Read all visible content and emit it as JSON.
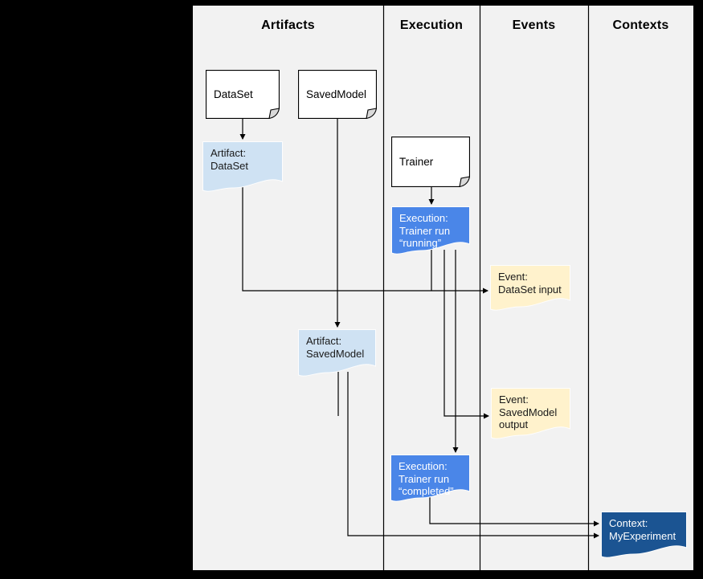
{
  "columns": [
    {
      "id": "artifacts",
      "label": "Artifacts"
    },
    {
      "id": "execution",
      "label": "Execution"
    },
    {
      "id": "events",
      "label": "Events"
    },
    {
      "id": "contexts",
      "label": "Contexts"
    }
  ],
  "nodes": {
    "dataset": {
      "type": "document",
      "column": "Artifacts",
      "label": "DataSet"
    },
    "savedmodel": {
      "type": "document",
      "column": "Artifacts",
      "label": "SavedModel"
    },
    "trainer": {
      "type": "document",
      "column": "Execution",
      "label": "Trainer"
    },
    "artifact_dataset": {
      "type": "note",
      "column": "Artifacts",
      "color": "#CFE2F3",
      "text": "Artifact:\nDataSet"
    },
    "execution_running": {
      "type": "note",
      "column": "Execution",
      "color": "#4A86E8",
      "text": "Execution:\nTrainer run\n“running”"
    },
    "event_dataset_input": {
      "type": "note",
      "column": "Events",
      "color": "#FFF2CC",
      "text": "Event:\nDataSet input"
    },
    "artifact_savedmodel": {
      "type": "note",
      "column": "Artifacts",
      "color": "#CFE2F3",
      "text": "Artifact:\nSavedModel"
    },
    "event_savedmodel_output": {
      "type": "note",
      "column": "Events",
      "color": "#FFF2CC",
      "text": "Event:\nSavedModel\noutput"
    },
    "execution_completed": {
      "type": "note",
      "column": "Execution",
      "color": "#4A86E8",
      "text": "Execution:\nTrainer run\n“completed”"
    },
    "context_myexperiment": {
      "type": "note",
      "column": "Contexts",
      "color": "#1B5492",
      "text": "Context:\nMyExperiment"
    }
  },
  "edges": [
    {
      "from": "DataSet",
      "to": "Artifact: DataSet"
    },
    {
      "from": "SavedModel",
      "to": "Artifact: SavedModel"
    },
    {
      "from": "Trainer",
      "to": "Execution: Trainer run “running”"
    },
    {
      "from": "Artifact: DataSet",
      "to": "Event: DataSet input"
    },
    {
      "from": "Execution: Trainer run “running”",
      "to": "Event: DataSet input"
    },
    {
      "from": "Execution: Trainer run “running”",
      "to": "Event: SavedModel output"
    },
    {
      "from": "Execution: Trainer run “running”",
      "to": "Execution: Trainer run “completed”"
    },
    {
      "from": "Artifact: SavedModel",
      "to": "Event: SavedModel output"
    },
    {
      "from": "Artifact: SavedModel",
      "to": "Context: MyExperiment"
    },
    {
      "from": "Execution: Trainer run “completed”",
      "to": "Context: MyExperiment"
    }
  ],
  "colors": {
    "canvas": "#000000",
    "diagram_bg": "#F2F2F2",
    "doc_fill": "#FFFFFF",
    "line": "#000000",
    "artifact_note": "#CFE2F3",
    "execution_note": "#4A86E8",
    "event_note": "#FFF2CC",
    "context_note": "#1B5492",
    "note_text_dark": "#1A1A1A",
    "note_text_light": "#FFFFFF"
  }
}
